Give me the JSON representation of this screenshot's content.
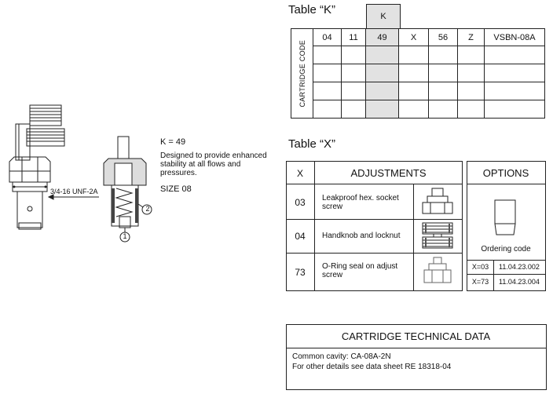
{
  "table_k": {
    "title": "Table “K”",
    "k_header": "K",
    "side_label": "CARTRIDGE CODE",
    "codes": [
      "04",
      "11",
      "49",
      "X",
      "56",
      "Z",
      "VSBN-08A"
    ]
  },
  "product": {
    "k_value": "K = 49",
    "description": "Designed to provide enhanced stability at all flows and pressures.",
    "size": "SIZE 08",
    "thread_label": "3/4-16 UNF-2A",
    "port_1": "1",
    "port_2": "2"
  },
  "table_x": {
    "title": "Table “X”",
    "col_x": "X",
    "col_adjustments": "ADJUSTMENTS",
    "rows": [
      {
        "code": "03",
        "text": "Leakproof hex. socket screw",
        "icon": "hex-socket-screw-icon"
      },
      {
        "code": "04",
        "text": "Handknob and locknut",
        "icon": "handknob-icon"
      },
      {
        "code": "73",
        "text": "O-Ring seal on adjust screw",
        "icon": "oring-screw-icon"
      }
    ]
  },
  "options": {
    "title": "OPTIONS",
    "ordering_label": "Ordering code",
    "rows": [
      {
        "x": "X=03",
        "code": "11.04.23.002"
      },
      {
        "x": "X=73",
        "code": "11.04.23.004"
      }
    ]
  },
  "tech": {
    "title": "CARTRIDGE TECHNICAL DATA",
    "line1": "Common cavity: CA-08A-2N",
    "line2": "For other details see data sheet RE 18318-04"
  }
}
